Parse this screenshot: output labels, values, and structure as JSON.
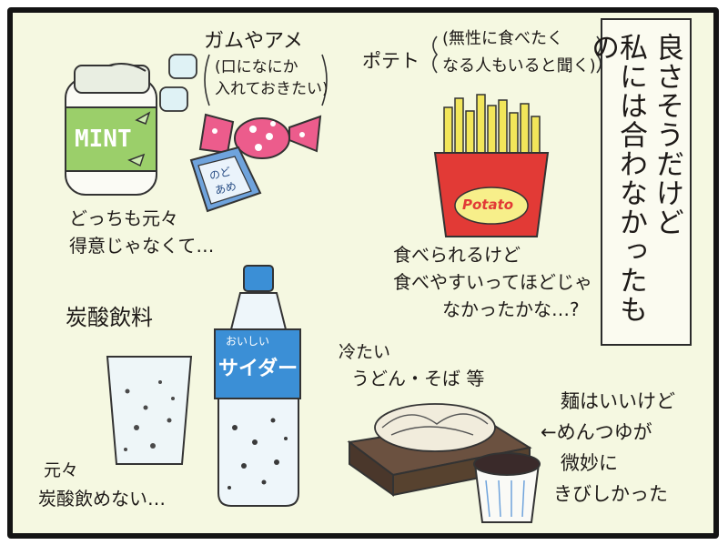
{
  "title": [
    "良さそうだけど",
    "私には合わなかったもの"
  ],
  "gum_candy": {
    "heading": "ガムやアメ",
    "note": [
      "(口になにか",
      "入れておきたい)"
    ],
    "mint_label": "MINT",
    "candy_label": [
      "のど",
      "あめ"
    ],
    "caption": [
      "どっちも元々",
      "得意じゃなくて…"
    ]
  },
  "potato": {
    "heading": "ポテト",
    "note": [
      "(無性に食べたく",
      "なる人もいると聞く)"
    ],
    "box_label": "Potato",
    "caption": [
      "食べられるけど",
      "食べやすいってほどじゃ",
      "なかったかな…?"
    ]
  },
  "soda": {
    "heading": "炭酸飲料",
    "bottle_label": [
      "おいしい",
      "サイダー"
    ],
    "caption": [
      "元々",
      "炭酸飲めない…"
    ]
  },
  "noodles": {
    "heading": [
      "冷たい",
      "うどん・そば 等"
    ],
    "caption": [
      "麺はいいけど",
      "←めんつゆが",
      "微妙に",
      "きびしかった"
    ]
  },
  "colors": {
    "background": "#f5f8e1",
    "mint_green": "#9bcf6a",
    "fries_yellow": "#f2e65a",
    "fries_box_red": "#e23a36",
    "bottle_cap_blue": "#3b8fd6",
    "candy_pink": "#ec5c8c",
    "candy_blue": "#6fa3dc"
  }
}
